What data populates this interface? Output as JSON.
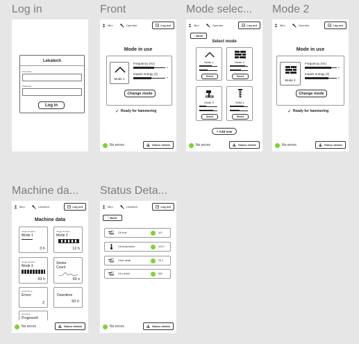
{
  "frames": {
    "login": {
      "title": "Log in"
    },
    "front": {
      "title": "Front"
    },
    "mode_select": {
      "title": "Mode selec..."
    },
    "mode2": {
      "title": "Mode 2"
    },
    "machine_data": {
      "title": "Machine da..."
    },
    "status_details": {
      "title": "Status Deta..."
    }
  },
  "header": {
    "user": "Miro",
    "logout": "Log out",
    "role_operator": "Operator",
    "role_lekatech": "Lekatech"
  },
  "status": {
    "no_errors": "No errors",
    "details_button": "Status details",
    "ok_color": "#7ed32f"
  },
  "login": {
    "heading": "Lekatech",
    "username_label": "Username",
    "password_label": "Password",
    "button": "Log in"
  },
  "front": {
    "heading": "Mode in use",
    "mode_name": "Mode 1",
    "frequency_label": "Frequency (Hz)",
    "energy_label": "Impact energy (J)",
    "frequency_unit": "8",
    "energy_unit": "8",
    "change_button": "Change mode",
    "ready_text": "Ready for hammering"
  },
  "mode_select": {
    "back": "BACK",
    "heading": "Select mode",
    "modes": [
      {
        "name": "Mode 1",
        "select": "Select",
        "icon": "chevron-up-icon"
      },
      {
        "name": "Mode 2",
        "select": "Select",
        "icon": "bricks-icon"
      },
      {
        "name": "Mode 3",
        "select": "Select",
        "icon": "hammer-icon"
      },
      {
        "name": "CMM-1",
        "select": "Select",
        "icon": "drill-icon"
      }
    ],
    "add_new": "+ Add new"
  },
  "mode2": {
    "heading": "Mode in use",
    "mode_name": "Mode 2",
    "frequency_label": "Frequency (Hz)",
    "energy_label": "Impact energy (J)",
    "frequency_unit": "8",
    "energy_unit": "8",
    "change_button": "Change mode",
    "ready_text": "Ready for hammering"
  },
  "machine_data": {
    "heading": "Machine data",
    "cards": [
      {
        "caption": "usage duration",
        "title": "Mode 1",
        "value": "0 h"
      },
      {
        "caption": "usage duration",
        "title": "Mode 2",
        "value": "12 h"
      },
      {
        "caption": "usage duration",
        "title": "Mode 3",
        "value": "33 h"
      },
      {
        "caption": "",
        "title": "Stroke Count",
        "value": "60 s"
      },
      {
        "caption": "Occurrence",
        "title": "Errors",
        "value": "2"
      },
      {
        "caption": "",
        "title": "Downtime",
        "value": "60 h"
      },
      {
        "caption": "Schedule",
        "title": "Progress/h",
        "value": ""
      }
    ]
  },
  "status_details": {
    "back": "BACK",
    "rows": [
      {
        "label": "Oil level",
        "value": "110",
        "icon": "oil-icon"
      },
      {
        "label": "Oil temperature",
        "value": "115 C",
        "icon": "thermometer-icon"
      },
      {
        "label": "Other detail",
        "value": "28 C",
        "icon": "oil-icon"
      },
      {
        "label": "Oil n detail",
        "value": "850",
        "icon": "oil-icon"
      }
    ]
  }
}
